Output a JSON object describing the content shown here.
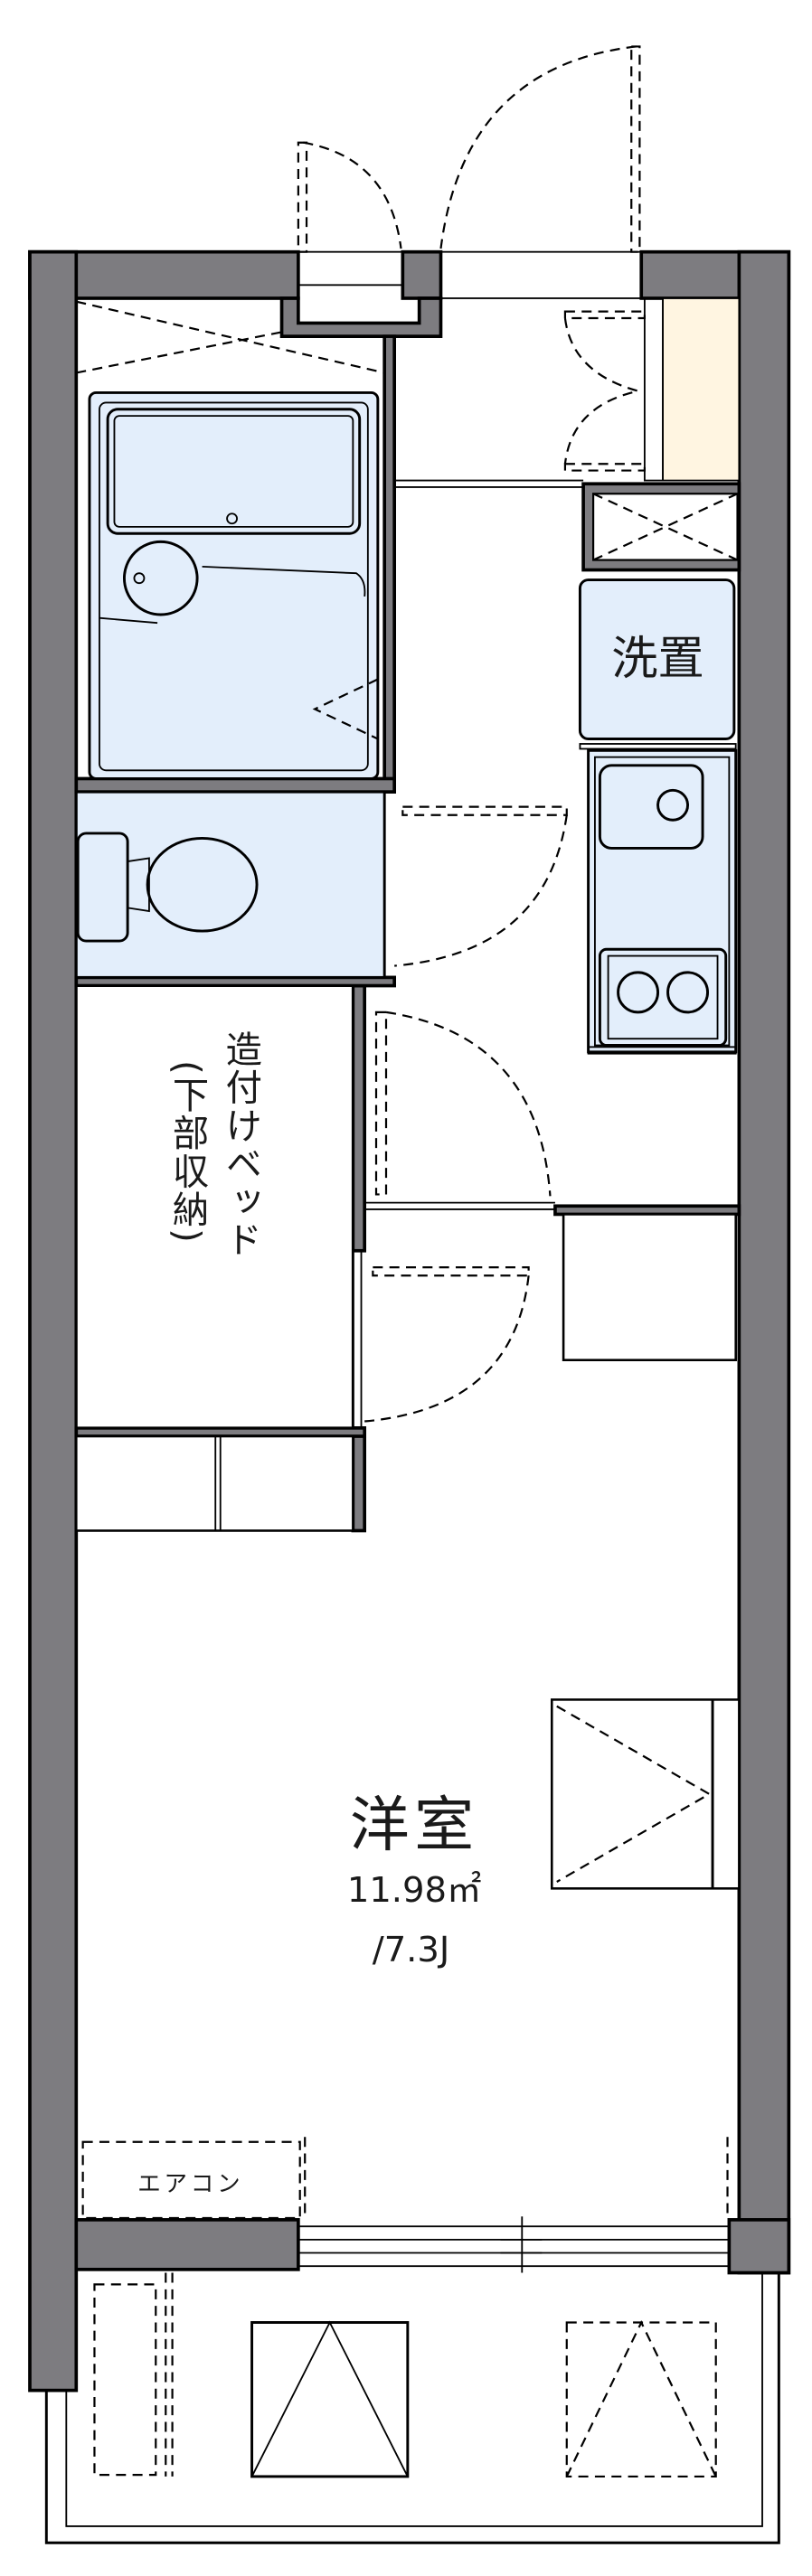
{
  "floorplan": {
    "rooms": {
      "washer": {
        "label": "洗置"
      },
      "bed": {
        "label": "造付けベッド",
        "sublabel": "(下部収納)"
      },
      "western_room": {
        "label": "洋室",
        "area": "11.98㎡",
        "size": "/7.3J"
      },
      "aircon": {
        "label": "エアコン"
      }
    },
    "colors": {
      "wall": "#7d7c80",
      "fixture": "#e3eefb",
      "shoe_cabinet": "#fff5e1"
    }
  }
}
